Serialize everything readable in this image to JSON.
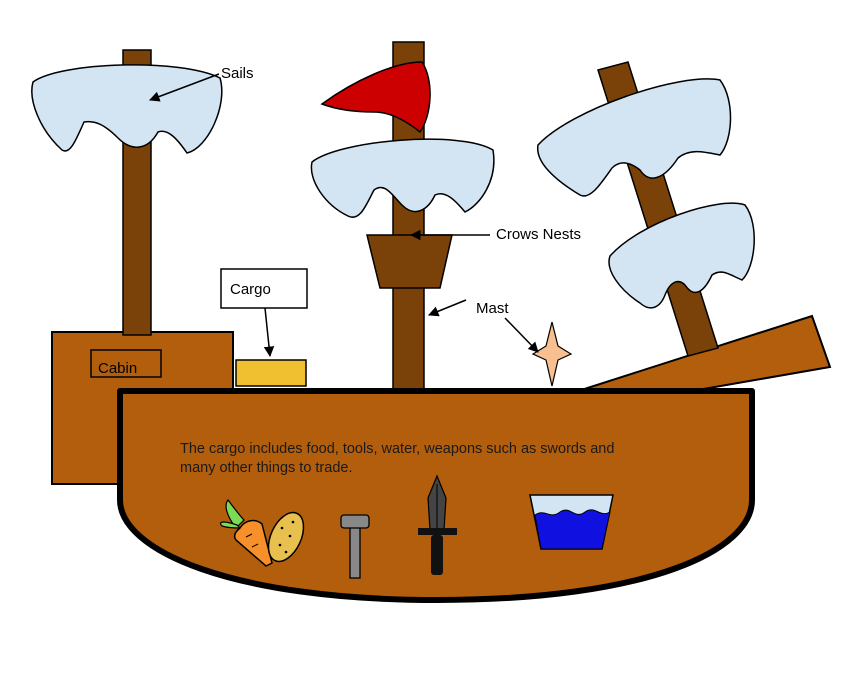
{
  "labels": {
    "sails": "Sails",
    "crows_nests": "Crows Nests",
    "mast": "Mast",
    "cargo": "Cargo",
    "cabin": "Cabin"
  },
  "description": {
    "line1": "The cargo includes food, tools, water, weapons such as swords and",
    "line2": "many other things to trade."
  },
  "colors": {
    "hull": "#b25e0c",
    "mast": "#7a4208",
    "sail": "#d3e4f3",
    "flag": "#cc0000",
    "cargo_box": "#f0c030",
    "water": "#1010e0",
    "sparkle": "#f8c090"
  },
  "icons": [
    "carrot-icon",
    "potato-icon",
    "hammer-icon",
    "sword-icon",
    "water-bucket-icon",
    "sparkle-icon"
  ]
}
